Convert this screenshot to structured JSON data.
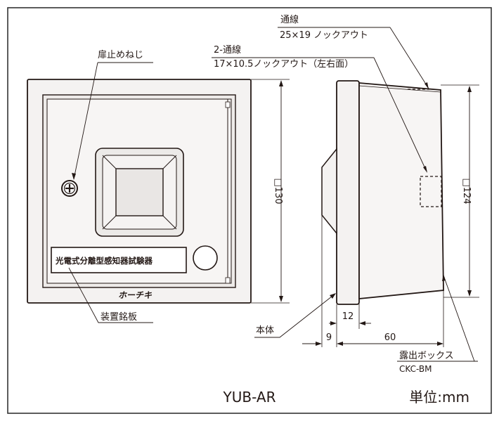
{
  "labels": {
    "door_screw": "扉止めねじ",
    "through_wire": "通線",
    "knockout_top": "25×19 ノックアウト",
    "two_wire": "2-通線",
    "knockout_side": "17×10.5ノックアウト（左右面）",
    "nameplate_label": "装置銘板",
    "body": "本体",
    "exposed_box": "露出ボックス",
    "exposed_box_model": "CKC-BM",
    "model": "YUB-AR",
    "unit": "単位:mm"
  },
  "plate_text": "光電式分離型感知器試験器",
  "logo_text": "ホーチキ",
  "dimensions": {
    "front_height": "□130",
    "side_height": "□124",
    "depth_12": "12",
    "depth_9": "9",
    "depth_60": "60"
  },
  "colors": {
    "line": "#231815",
    "panel": "#f4f2f1",
    "frame": "#e9e6e4",
    "border": "#333333"
  }
}
